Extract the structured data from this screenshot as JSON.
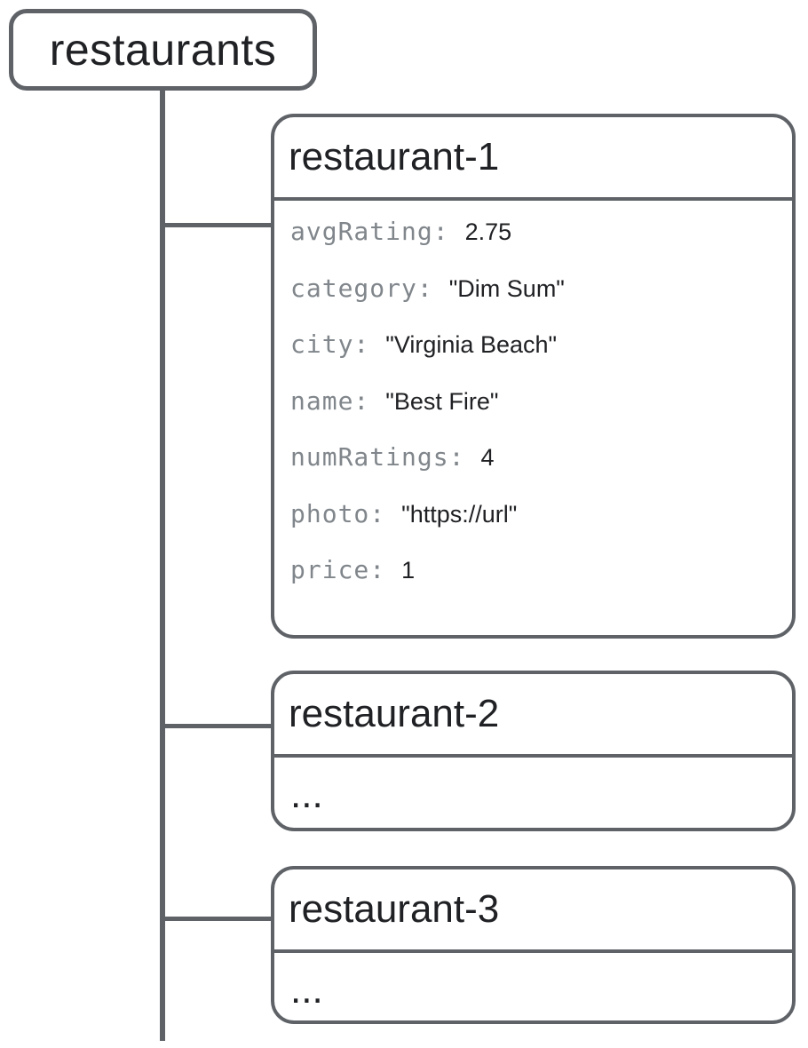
{
  "diagram": {
    "root": {
      "label": "restaurants"
    },
    "documents": [
      {
        "id": "restaurant-1",
        "fields": [
          {
            "key": "avgRating:",
            "value": "2.75"
          },
          {
            "key": "category:",
            "value": "\"Dim Sum\""
          },
          {
            "key": "city:",
            "value": "\"Virginia Beach\""
          },
          {
            "key": "name:",
            "value": "\"Best Fire\""
          },
          {
            "key": "numRatings:",
            "value": "4"
          },
          {
            "key": "photo:",
            "value": "\"https://url\""
          },
          {
            "key": "price:",
            "value": "1"
          }
        ]
      },
      {
        "id": "restaurant-2",
        "truncated": "..."
      },
      {
        "id": "restaurant-3",
        "truncated": "..."
      }
    ],
    "colors": {
      "line": "#5f6368",
      "key_text": "#80868b",
      "value_text": "#202124",
      "title_text": "#202124",
      "background": "#ffffff"
    }
  }
}
